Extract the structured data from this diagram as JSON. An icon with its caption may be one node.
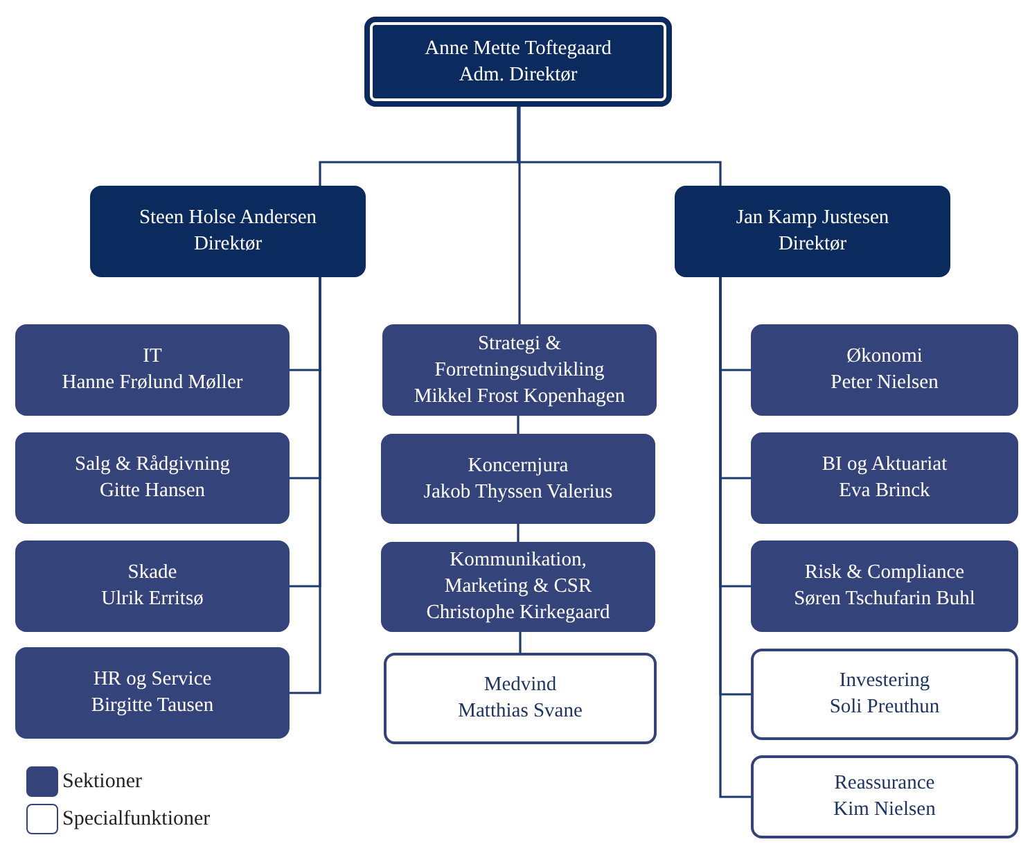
{
  "diagram": {
    "nodes": [
      {
        "text": [
          "Anne Mette Toftegaard",
          "Adm. Direktør"
        ]
      },
      {
        "text": [
          "Steen Holse Andersen",
          "Direktør"
        ]
      },
      {
        "text": [
          "Jan Kamp Justesen",
          "Direktør"
        ]
      },
      {
        "text": [
          "IT",
          "Hanne Frølund Møller"
        ]
      },
      {
        "text": [
          "Strategi & Forretningsudvikling",
          "Mikkel Frost Kopenhagen"
        ]
      },
      {
        "text": [
          "Økonomi",
          "Peter Nielsen"
        ]
      },
      {
        "text": [
          "Salg & Rådgivning",
          "Gitte Hansen"
        ]
      },
      {
        "text": [
          "Koncernjura",
          "Jakob Thyssen Valerius"
        ]
      },
      {
        "text": [
          "BI og Aktuariat",
          "Eva Brinck"
        ]
      },
      {
        "text": [
          "Skade",
          "Ulrik Erritsø"
        ]
      },
      {
        "text": [
          "Kommunikation, Marketing & CSR",
          "Christophe Kirkegaard"
        ]
      },
      {
        "text": [
          "Risk & Compliance",
          "Søren Tschufarin Buhl"
        ]
      },
      {
        "text": [
          "HR og Service",
          "Birgitte Tausen"
        ]
      },
      {
        "text": [
          "Medvind",
          "Matthias Svane"
        ]
      },
      {
        "text": [
          "Investering",
          "Soli Preuthun"
        ]
      },
      {
        "text": [
          "Reassurance",
          "Kim Nielsen"
        ]
      }
    ],
    "edges": [
      {
        "from": 0,
        "to": 1,
        "arrow": "none"
      },
      {
        "from": 0,
        "to": 2,
        "arrow": "none"
      },
      {
        "from": 0,
        "to": 4,
        "arrow": "none"
      },
      {
        "from": 4,
        "to": 7,
        "arrow": "none"
      },
      {
        "from": 7,
        "to": 10,
        "arrow": "none"
      },
      {
        "from": 10,
        "to": 13,
        "arrow": "none"
      },
      {
        "from": 1,
        "to": 3,
        "arrow": "none"
      },
      {
        "from": 1,
        "to": 6,
        "arrow": "none"
      },
      {
        "from": 1,
        "to": 9,
        "arrow": "none"
      },
      {
        "from": 1,
        "to": 12,
        "arrow": "none"
      },
      {
        "from": 2,
        "to": 5,
        "arrow": "none"
      },
      {
        "from": 2,
        "to": 8,
        "arrow": "none"
      },
      {
        "from": 2,
        "to": 11,
        "arrow": "none"
      },
      {
        "from": 2,
        "to": 14,
        "arrow": "none"
      },
      {
        "from": 2,
        "to": 15,
        "arrow": "none"
      }
    ],
    "legend": [
      {
        "text": "Sektioner",
        "color": "#34447a"
      },
      {
        "text": "Specialfunktioner",
        "color": "#ffffff"
      }
    ]
  }
}
